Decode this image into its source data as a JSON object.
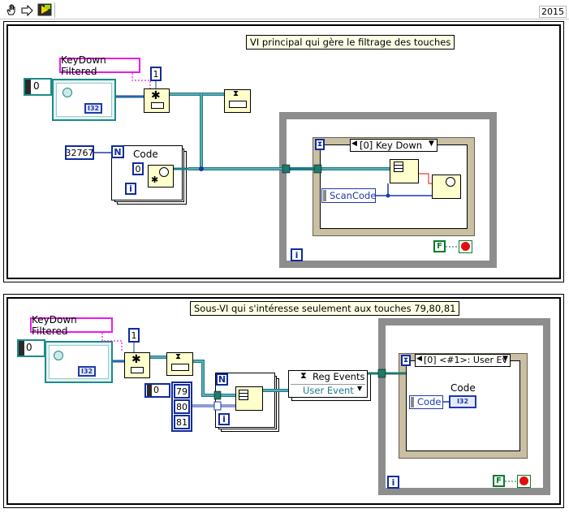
{
  "toolbar": {
    "year_label": "2015",
    "icons": [
      "hand-icon",
      "arrow-right-icon",
      "run-mode-icon"
    ]
  },
  "top_frame": {
    "title": "VI principal qui gère le filtrage des touches",
    "label_keydown": "KeyDown Filtered",
    "const_one": "1",
    "numeric_value": "0",
    "int_type": "I32",
    "loop_count": "32767",
    "loop_n": "N",
    "code_label": "Code",
    "code_const": "0",
    "iter_i": "i",
    "event_case": "[0] Key Down",
    "scancode": "ScanCode",
    "stop_const": "F",
    "while_i": "i"
  },
  "bottom_frame": {
    "title": "Sous-VI qui s'intéresse seulement aux touches 79,80,81",
    "label_keydown": "KeyDown Filtered",
    "const_one": "1",
    "numeric_value": "0",
    "int_type": "I32",
    "array_index": "0",
    "array_values": [
      "79",
      "80",
      "81"
    ],
    "loop_n": "N",
    "iter_i": "i",
    "reg_events": "Reg Events",
    "user_event": "User Event",
    "event_case": "[0] <#1>: User Ev",
    "code_label": "Code",
    "code_field": "Code",
    "code_type": "I32",
    "stop_const": "F",
    "while_i": "i"
  },
  "colors": {
    "structure_gray": "#8d8d8d",
    "wire_blue": "#1e3aa8",
    "wire_teal": "#1f9e9e",
    "event_wire": "#1e7a6a",
    "label_pink": "#e81ce8",
    "node_yellow": "#ffffcc",
    "stop_red": "#e01010"
  }
}
